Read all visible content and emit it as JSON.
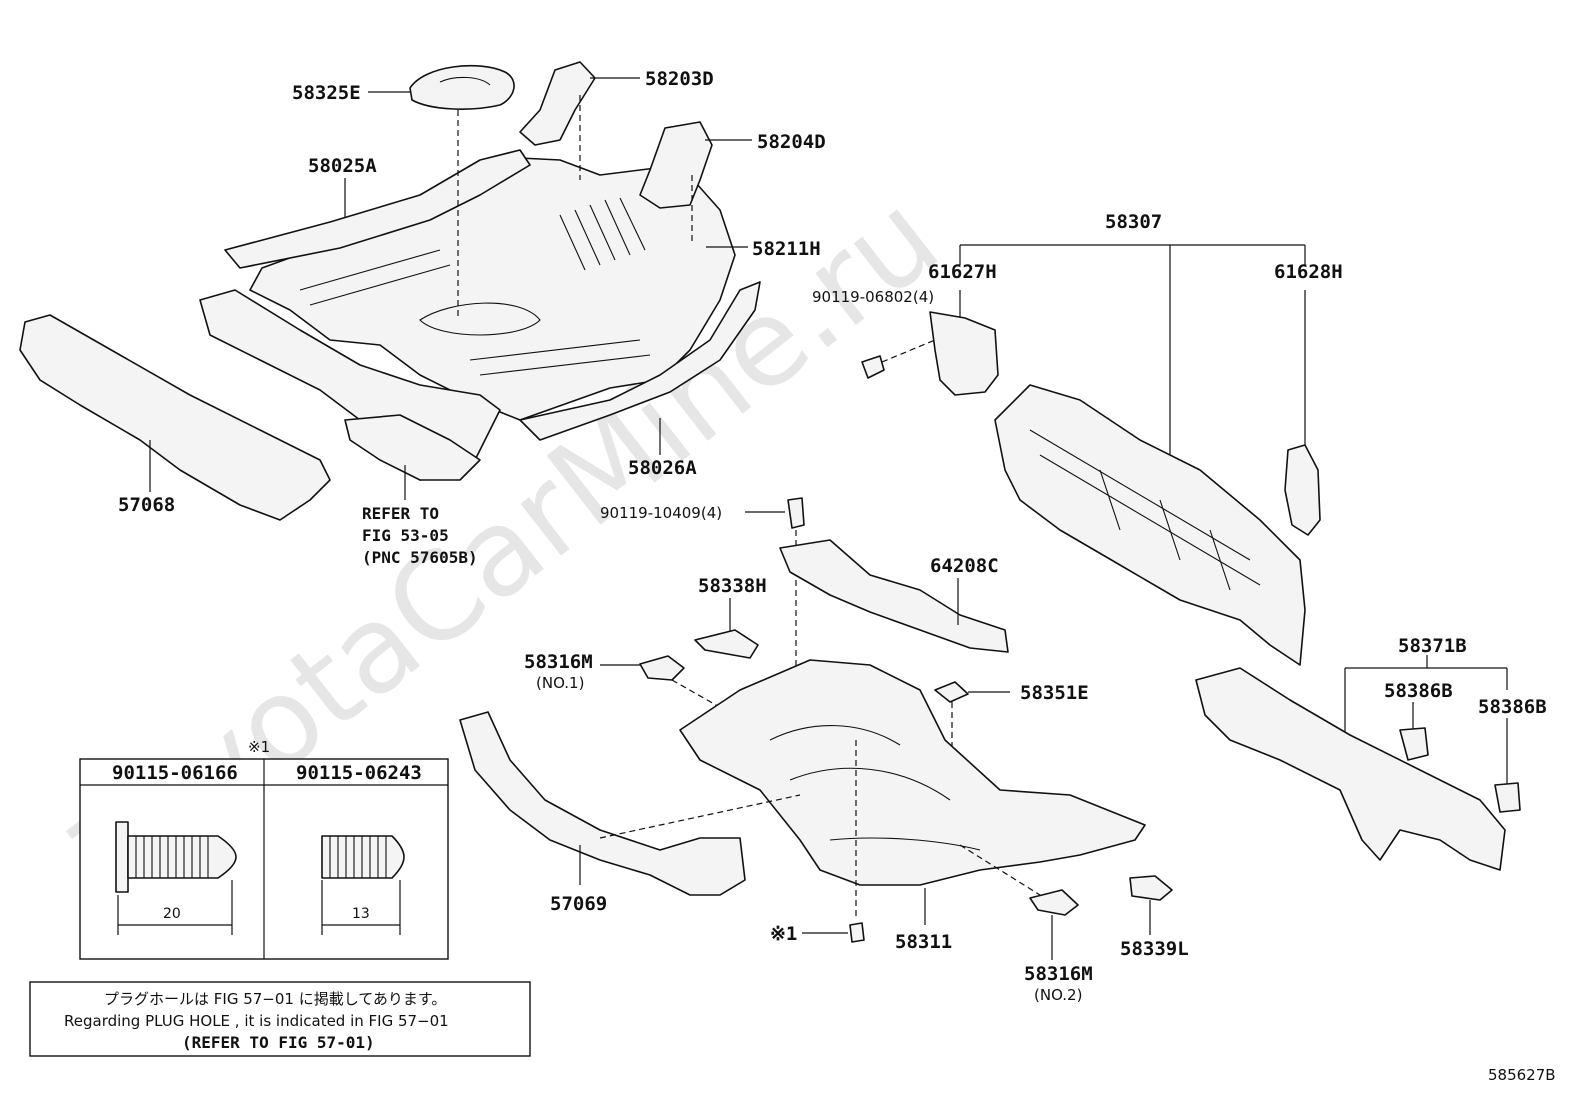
{
  "watermark": "ToyotaCarMine.ru",
  "labels": {
    "p58325E": "58325E",
    "p58203D": "58203D",
    "p58204D": "58204D",
    "p58025A": "58025A",
    "p58211H": "58211H",
    "p58026A": "58026A",
    "p57068": "57068",
    "refer_line1": "REFER TO",
    "refer_line2": "FIG 53-05",
    "refer_line3": "(PNC 57605B)",
    "p58307": "58307",
    "p61627H": "61627H",
    "p61628H": "61628H",
    "p90119_06802": "90119-06802(4)",
    "p90119_10409": "90119-10409(4)",
    "p64208C": "64208C",
    "p58338H": "58338H",
    "p58316M_1": "58316M",
    "p58316M_1_sub": "(NO.1)",
    "p58351E": "58351E",
    "p58371B": "58371B",
    "p58386B_a": "58386B",
    "p58386B_b": "58386B",
    "p57069": "57069",
    "p58311": "58311",
    "p58316M_2": "58316M",
    "p58316M_2_sub": "(NO.2)",
    "p58339L": "58339L",
    "ref_mark_1": "※1"
  },
  "fastener_table": {
    "title_mark": "※1",
    "columns": [
      "90115-06166",
      "90115-06243"
    ],
    "dimensions": [
      "20",
      "13"
    ]
  },
  "note_box": {
    "line_jp": "プラグホールは FIG  57−01 に掲載してあります。",
    "line_en": "Regarding  PLUG  HOLE , it is indicated in  FIG  57−01",
    "line_ref": "(REFER  TO  FIG  57-01)"
  },
  "figure_code": "585627B"
}
